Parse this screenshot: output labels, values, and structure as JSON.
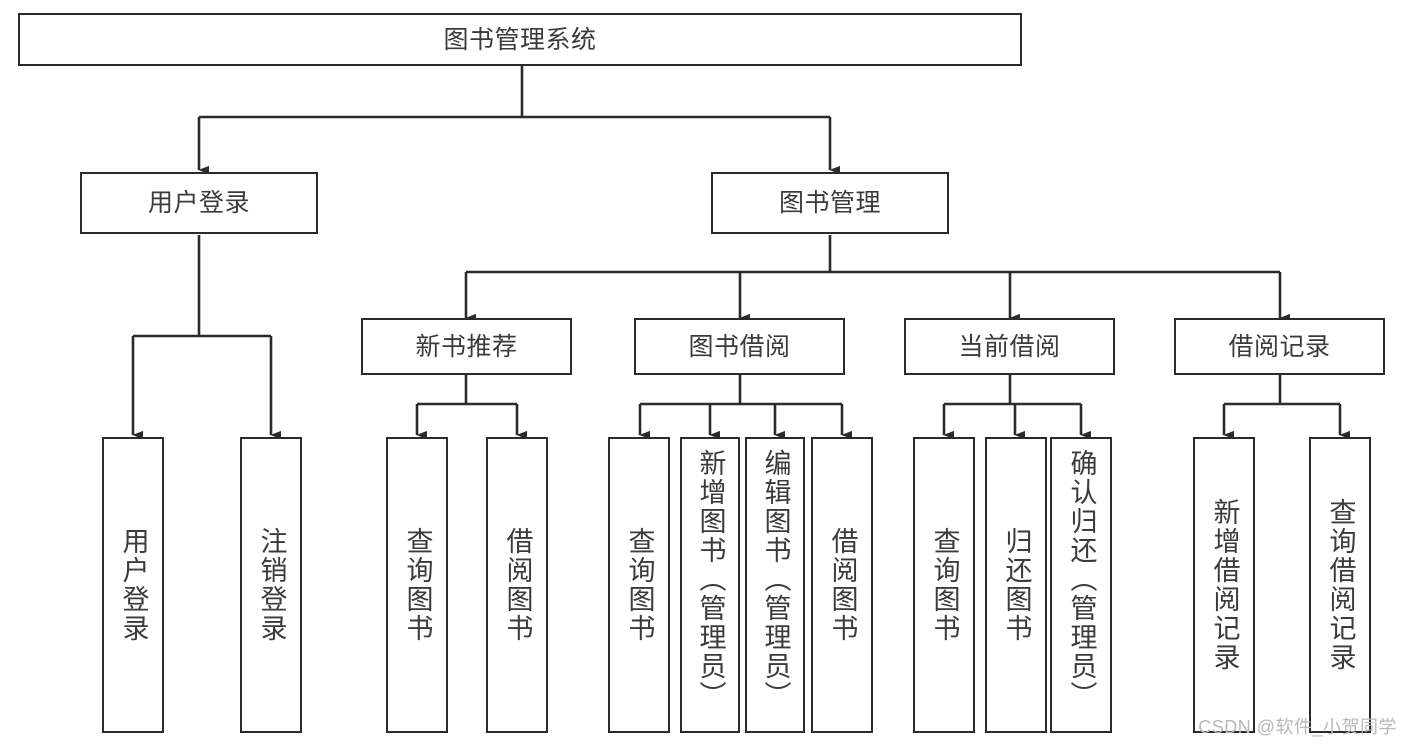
{
  "diagram": {
    "type": "hierarchy-tree",
    "title": "图书管理系统",
    "watermark": "CSDN @软件_小贺同学",
    "colors": {
      "stroke": "#2b2b2b",
      "text": "#3b3b3b",
      "background": "#ffffff",
      "watermark": "#b9b9b9"
    },
    "nodes": {
      "root": {
        "label": "图书管理系统"
      },
      "level1": [
        {
          "id": "user-login",
          "label": "用户登录"
        },
        {
          "id": "book-management",
          "label": "图书管理"
        }
      ],
      "level2": [
        {
          "id": "new-book-recommend",
          "label": "新书推荐"
        },
        {
          "id": "book-borrow",
          "label": "图书借阅"
        },
        {
          "id": "current-borrow",
          "label": "当前借阅"
        },
        {
          "id": "borrow-record",
          "label": "借阅记录"
        }
      ],
      "leaves": {
        "user_login": [
          {
            "id": "leaf-user-login",
            "label": "用户登录"
          },
          {
            "id": "leaf-logout-login",
            "label": "注销登录"
          }
        ],
        "new_book_recommend": [
          {
            "id": "leaf-query-book-1",
            "label": "查询图书"
          },
          {
            "id": "leaf-borrow-book-1",
            "label": "借阅图书"
          }
        ],
        "book_borrow": [
          {
            "id": "leaf-query-book-2",
            "label": "查询图书"
          },
          {
            "id": "leaf-add-book",
            "label": "新增图书（管理员）"
          },
          {
            "id": "leaf-edit-book",
            "label": "编辑图书（管理员）"
          },
          {
            "id": "leaf-borrow-book-2",
            "label": "借阅图书"
          }
        ],
        "current_borrow": [
          {
            "id": "leaf-query-book-3",
            "label": "查询图书"
          },
          {
            "id": "leaf-return-book",
            "label": "归还图书"
          },
          {
            "id": "leaf-confirm-return",
            "label": "确认归还（管理员）"
          }
        ],
        "borrow_record": [
          {
            "id": "leaf-add-record",
            "label": "新增借阅记录"
          },
          {
            "id": "leaf-query-record",
            "label": "查询借阅记录"
          }
        ]
      }
    }
  }
}
